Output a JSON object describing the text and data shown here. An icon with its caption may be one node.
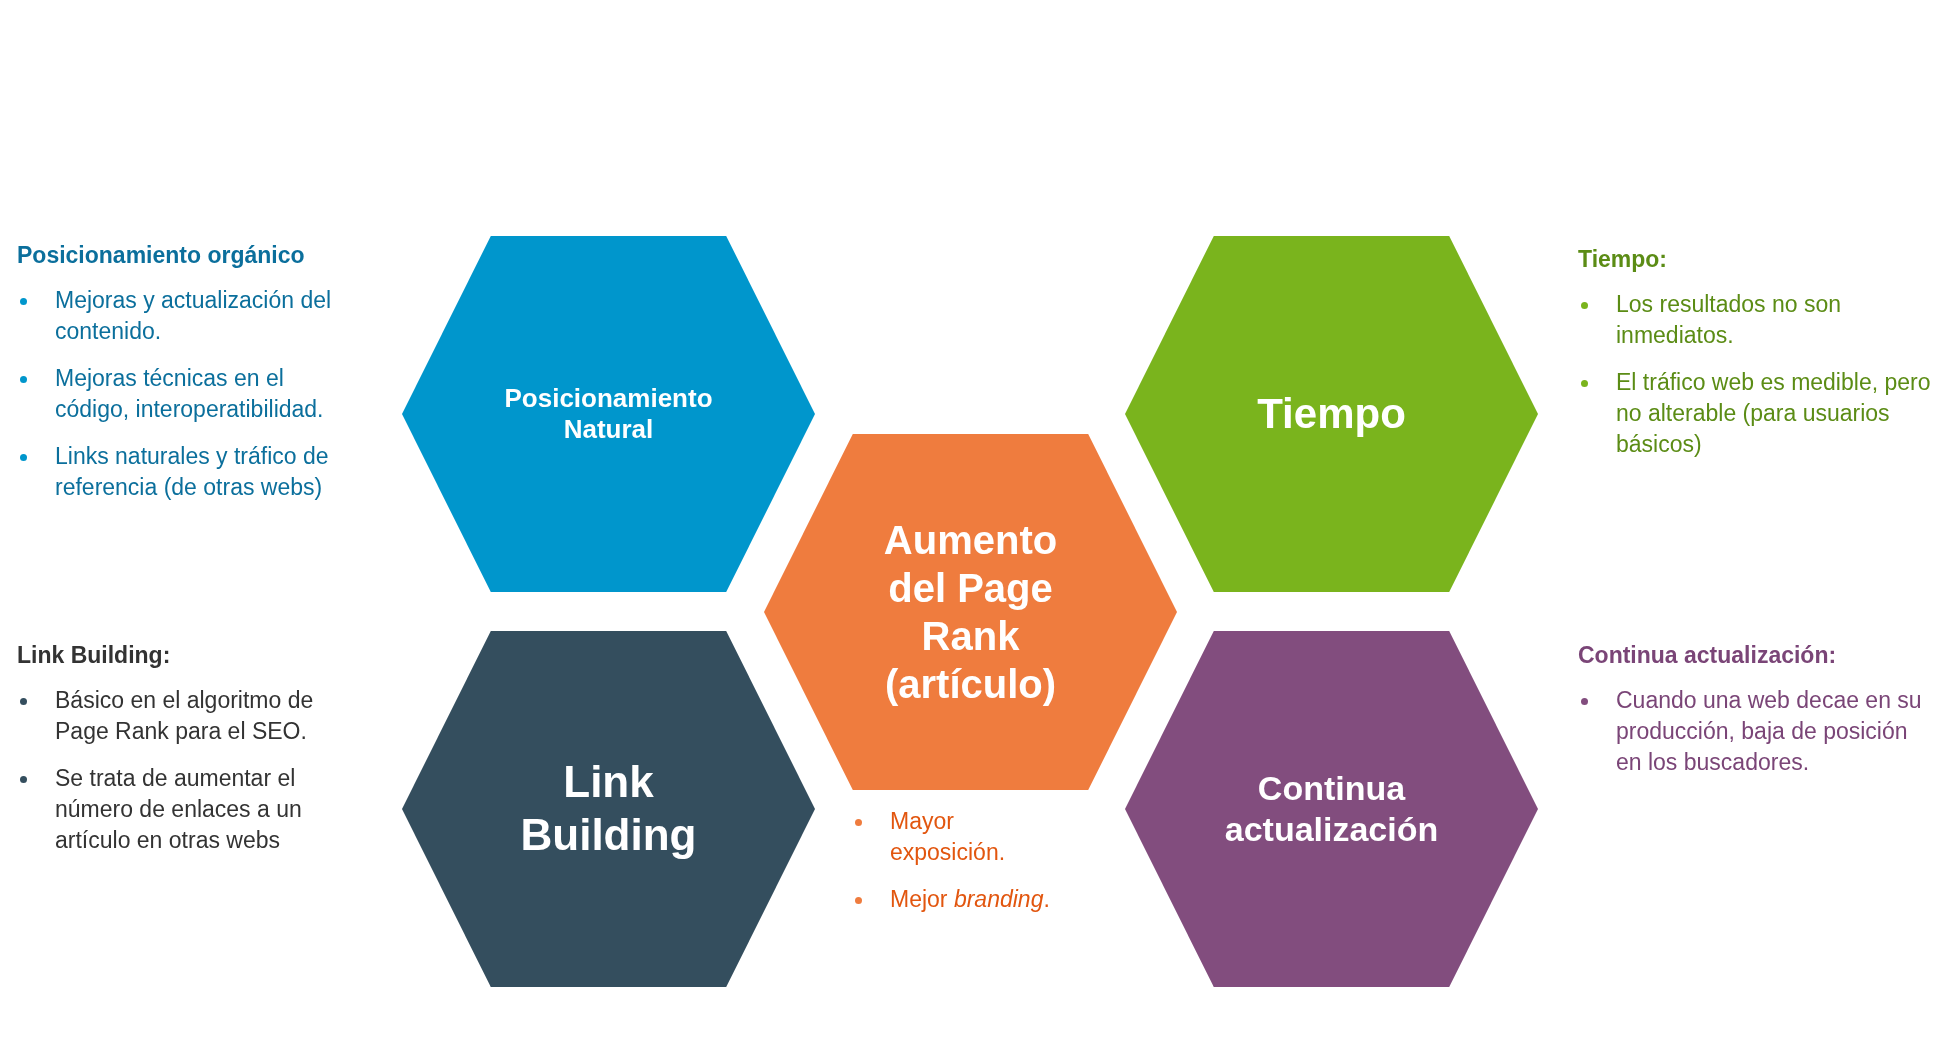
{
  "diagram": {
    "nodes": [
      {
        "text": [
          "Posicionamiento Natural"
        ],
        "beside": [
          "Posicionamiento orgánico",
          "Mejoras y actualización del contenido.",
          "Mejoras técnicas en el código, interoperatibilidad.",
          "Links naturales y tráfico de referencia (de otras webs)"
        ]
      },
      {
        "text": [
          "Tiempo"
        ],
        "beside": [
          "Tiempo:",
          "Los resultados no son inmediatos.",
          "El tráfico web es medible, pero no alterable (para usuarios básicos)"
        ]
      },
      {
        "text": [
          "Aumento del Page Rank (artículo)"
        ],
        "beside": [
          "Mayor exposición.",
          "Mejor *branding*."
        ]
      },
      {
        "text": [
          "Link Building"
        ],
        "beside": [
          "Link Building:",
          "Básico en el algoritmo de Page Rank para el SEO.",
          "Se trata de aumentar el número de enlaces a un artículo en otras webs"
        ]
      },
      {
        "text": [
          "Continua actualización"
        ],
        "beside": [
          "Continua actualización:",
          "Cuando una web decae en su producción, baja de posición en los buscadores."
        ]
      }
    ]
  }
}
